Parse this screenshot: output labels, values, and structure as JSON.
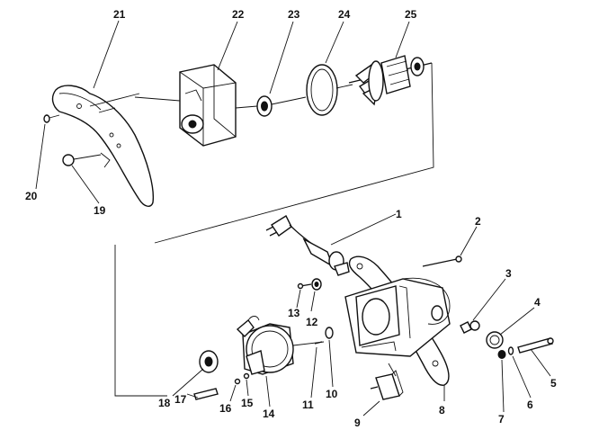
{
  "labels": {
    "p1": "1",
    "p2": "2",
    "p3": "3",
    "p4": "4",
    "p5": "5",
    "p6": "6",
    "p7": "7",
    "p8": "8",
    "p9": "9",
    "p10": "10",
    "p11": "11",
    "p12": "12",
    "p13": "13",
    "p14": "14",
    "p15": "15",
    "p16": "16",
    "p17": "17",
    "p18": "18",
    "p19": "19",
    "p20": "20",
    "p21": "21",
    "p22": "22",
    "p23": "23",
    "p24": "24",
    "p25": "25"
  },
  "colors": {
    "ink": "#111111",
    "paper": "#ffffff"
  }
}
